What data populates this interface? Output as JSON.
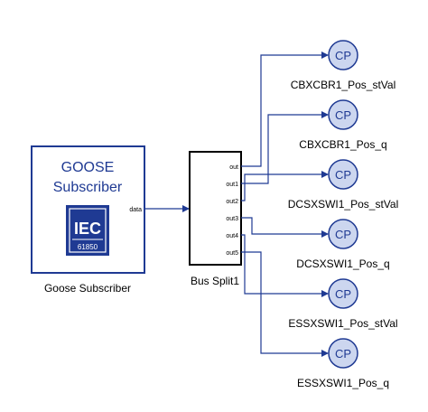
{
  "colors": {
    "block_border": "#1f3a93",
    "wire": "#1f3a93",
    "title_text": "#1f3a93",
    "logo_bg": "#1f3a93",
    "cp_fill": "#ccd6ef",
    "cp_border": "#1f3a93",
    "cp_text": "#1f3a93",
    "label_text": "#000000"
  },
  "goose_block": {
    "title_line1": "GOOSE",
    "title_line2": "Subscriber",
    "port_label": "data",
    "caption": "Goose Subscriber",
    "logo": {
      "name": "iec-logo-icon",
      "text_top": "IEC",
      "text_bottom": "61850"
    }
  },
  "bus_split": {
    "caption": "Bus Split1",
    "ports": [
      "out",
      "out1",
      "out2",
      "out3",
      "out4",
      "out5"
    ]
  },
  "cp_blocks": [
    {
      "symbol": "CP",
      "label": "CBXCBR1_Pos_stVal"
    },
    {
      "symbol": "CP",
      "label": "CBXCBR1_Pos_q"
    },
    {
      "symbol": "CP",
      "label": "DCSXSWI1_Pos_stVal"
    },
    {
      "symbol": "CP",
      "label": "DCSXSWI1_Pos_q"
    },
    {
      "symbol": "CP",
      "label": "ESSXSWI1_Pos_stVal"
    },
    {
      "symbol": "CP",
      "label": "ESSXSWI1_Pos_q"
    }
  ]
}
